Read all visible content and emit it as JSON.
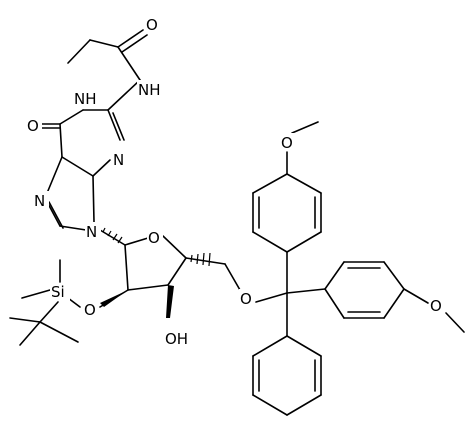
{
  "molecule": {
    "atoms": {
      "amide_O": "O",
      "amide_NH": "NH",
      "ring_NH": "NH",
      "ketone_O": "O",
      "N3": "N",
      "N7": "N",
      "N9": "N",
      "ring_O": "O",
      "OH": "OH",
      "si_O": "O",
      "Si": "Si",
      "ether_O": "O",
      "methoxy_O_top": "O",
      "methoxy_O_right": "O"
    },
    "styling": {
      "bond_color": "#000000",
      "background": "#ffffff"
    }
  }
}
